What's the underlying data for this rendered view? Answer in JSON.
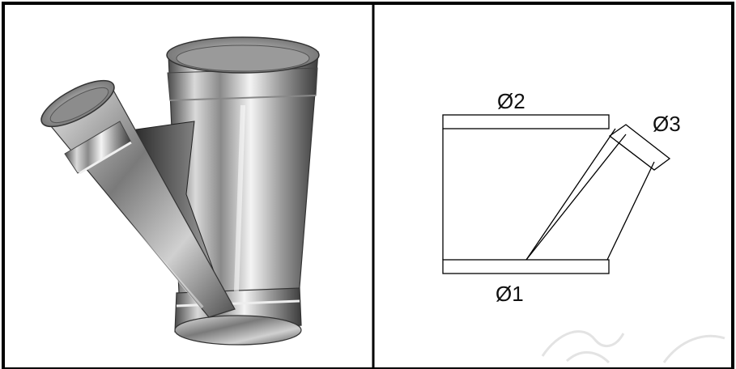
{
  "labels": {
    "d1": "Ø1",
    "d2": "Ø2",
    "d3": "Ø3"
  },
  "colors": {
    "line": "#000000",
    "metal_light": "#f2f2f2",
    "metal_mid": "#b8b8b8",
    "metal_dark": "#5a5a5a",
    "watermark": "#e6e6e6"
  },
  "icons": {
    "photo": "pipe-tee-photo-illustration",
    "watermark": "watermark-logo"
  }
}
